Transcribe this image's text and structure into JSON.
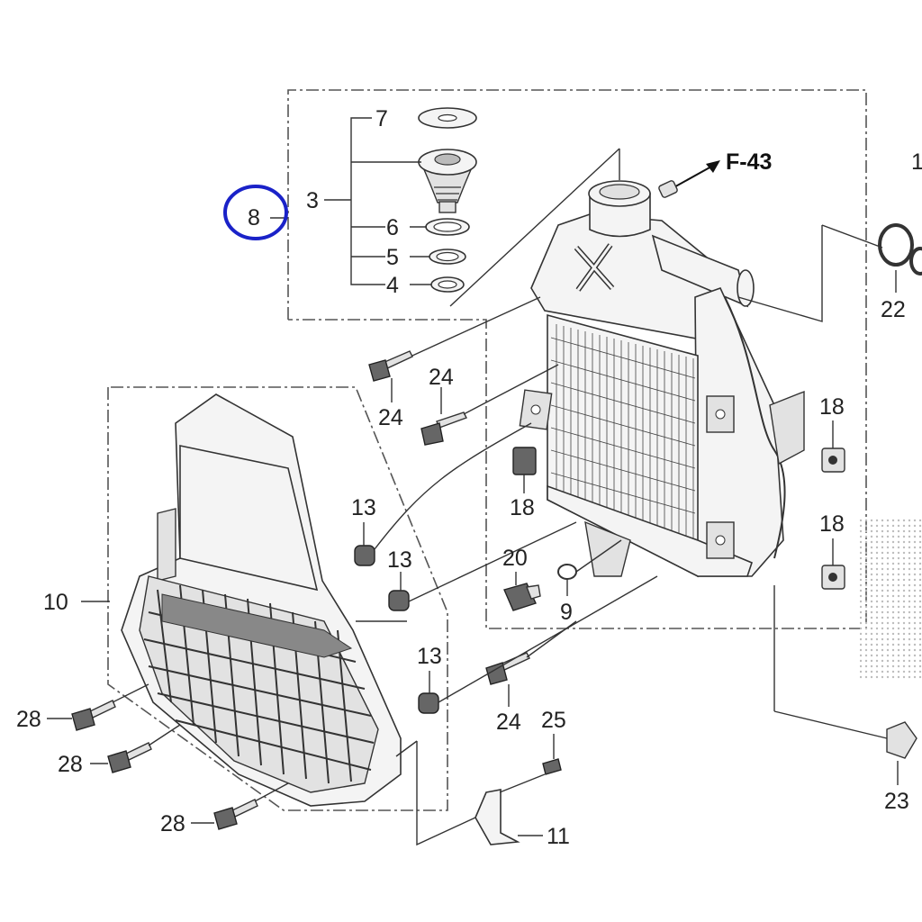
{
  "diagram": {
    "reference_label": "F-43",
    "edge_label": "1",
    "highlighted_callout": "8",
    "highlight_color": "#1a22c8",
    "callouts": {
      "c3": "3",
      "c4": "4",
      "c5": "5",
      "c6": "6",
      "c7": "7",
      "c8": "8",
      "c9": "9",
      "c10": "10",
      "c11": "11",
      "c13a": "13",
      "c13b": "13",
      "c13c": "13",
      "c18a": "18",
      "c18b": "18",
      "c18c": "18",
      "c20": "20",
      "c22": "22",
      "c23": "23",
      "c24a": "24",
      "c24b": "24",
      "c24c": "24",
      "c25": "25",
      "c28a": "28",
      "c28b": "28",
      "c28c": "28"
    }
  }
}
